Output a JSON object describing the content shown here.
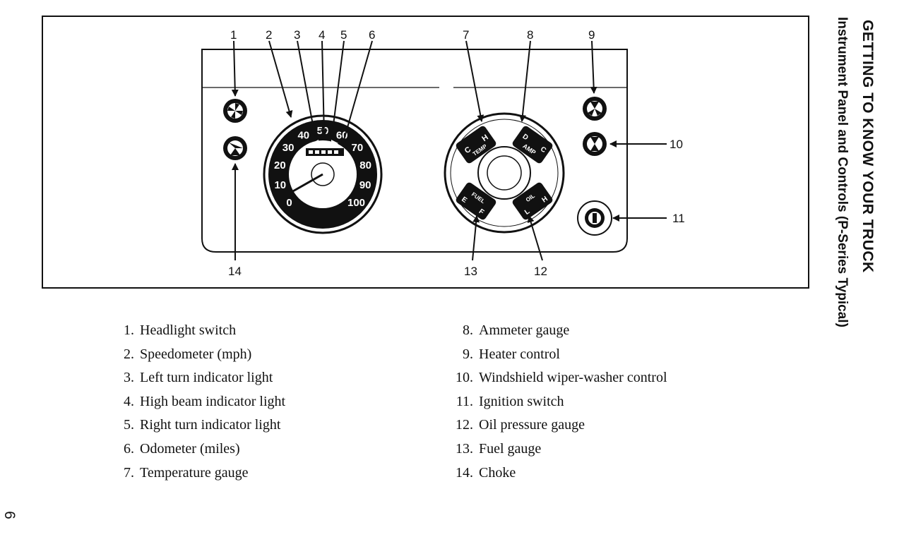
{
  "side_heading": "GETTING TO KNOW YOUR TRUCK",
  "side_subheading": "Instrument Panel and Controls (P-Series Typical)",
  "page_number": "6",
  "callouts": [
    "1",
    "2",
    "3",
    "4",
    "5",
    "6",
    "7",
    "8",
    "9",
    "10",
    "11",
    "12",
    "13",
    "14"
  ],
  "speedometer_scale": [
    "0",
    "10",
    "20",
    "30",
    "40",
    "50",
    "60",
    "70",
    "80",
    "90",
    "100"
  ],
  "gauges": {
    "temp": {
      "label": "TEMP",
      "low": "C",
      "high": "H"
    },
    "amp": {
      "label": "AMP",
      "low": "D",
      "high": "C"
    },
    "fuel": {
      "label": "FUEL",
      "low": "E",
      "high": "F"
    },
    "oil": {
      "label": "OIL",
      "low": "L",
      "high": "H"
    }
  },
  "legend_left": [
    {
      "num": "1.",
      "text": "Headlight switch"
    },
    {
      "num": "2.",
      "text": "Speedometer (mph)"
    },
    {
      "num": "3.",
      "text": "Left turn indicator light"
    },
    {
      "num": "4.",
      "text": "High beam indicator light"
    },
    {
      "num": "5.",
      "text": "Right turn indicator light"
    },
    {
      "num": "6.",
      "text": "Odometer (miles)"
    },
    {
      "num": "7.",
      "text": "Temperature gauge"
    }
  ],
  "legend_right": [
    {
      "num": "8.",
      "text": "Ammeter gauge"
    },
    {
      "num": "9.",
      "text": "Heater control"
    },
    {
      "num": "10.",
      "text": "Windshield wiper-washer control"
    },
    {
      "num": "11.",
      "text": "Ignition switch"
    },
    {
      "num": "12.",
      "text": "Oil pressure gauge"
    },
    {
      "num": "13.",
      "text": "Fuel gauge"
    },
    {
      "num": "14.",
      "text": "Choke"
    }
  ]
}
